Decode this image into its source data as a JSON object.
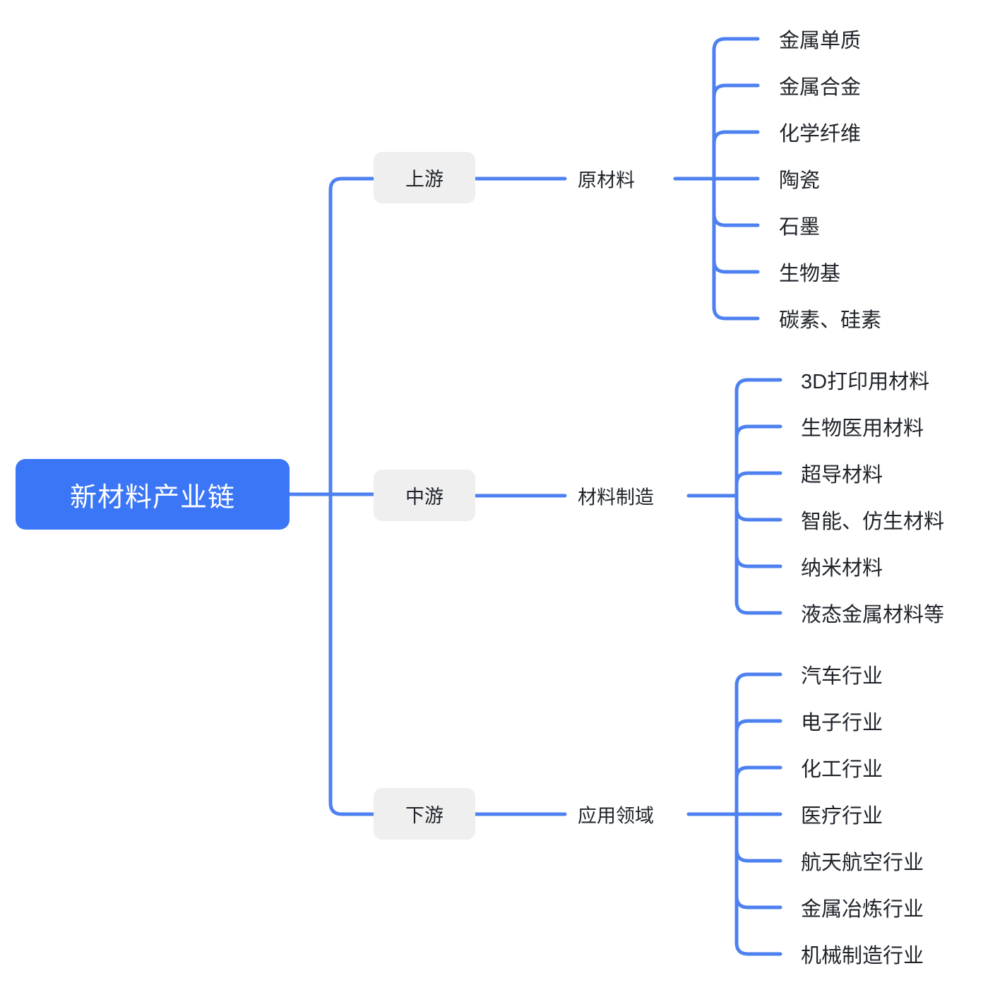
{
  "diagram": {
    "type": "mindmap",
    "title": "新材料产业链",
    "colors": {
      "root_bg": "#3b76f6",
      "root_text": "#ffffff",
      "branch_bg": "#efefef",
      "branch_text": "#1f2329",
      "line": "#4d80f0",
      "leaf_text": "#1f2329",
      "page_bg": "#ffffff"
    }
  },
  "root": {
    "label": "新材料产业链"
  },
  "branches": [
    {
      "id": "upstream",
      "label": "上游",
      "category": "原材料",
      "leaves": [
        "金属单质",
        "金属合金",
        "化学纤维",
        "陶瓷",
        "石墨",
        "生物基",
        "碳素、硅素"
      ]
    },
    {
      "id": "midstream",
      "label": "中游",
      "category": "材料制造",
      "leaves": [
        "3D打印用材料",
        "生物医用材料",
        "超导材料",
        "智能、仿生材料",
        "纳米材料",
        "液态金属材料等"
      ]
    },
    {
      "id": "downstream",
      "label": "下游",
      "category": "应用领域",
      "leaves": [
        "汽车行业",
        "电子行业",
        "化工行业",
        "医疗行业",
        "航天航空行业",
        "金属冶炼行业",
        "机械制造行业"
      ]
    }
  ]
}
